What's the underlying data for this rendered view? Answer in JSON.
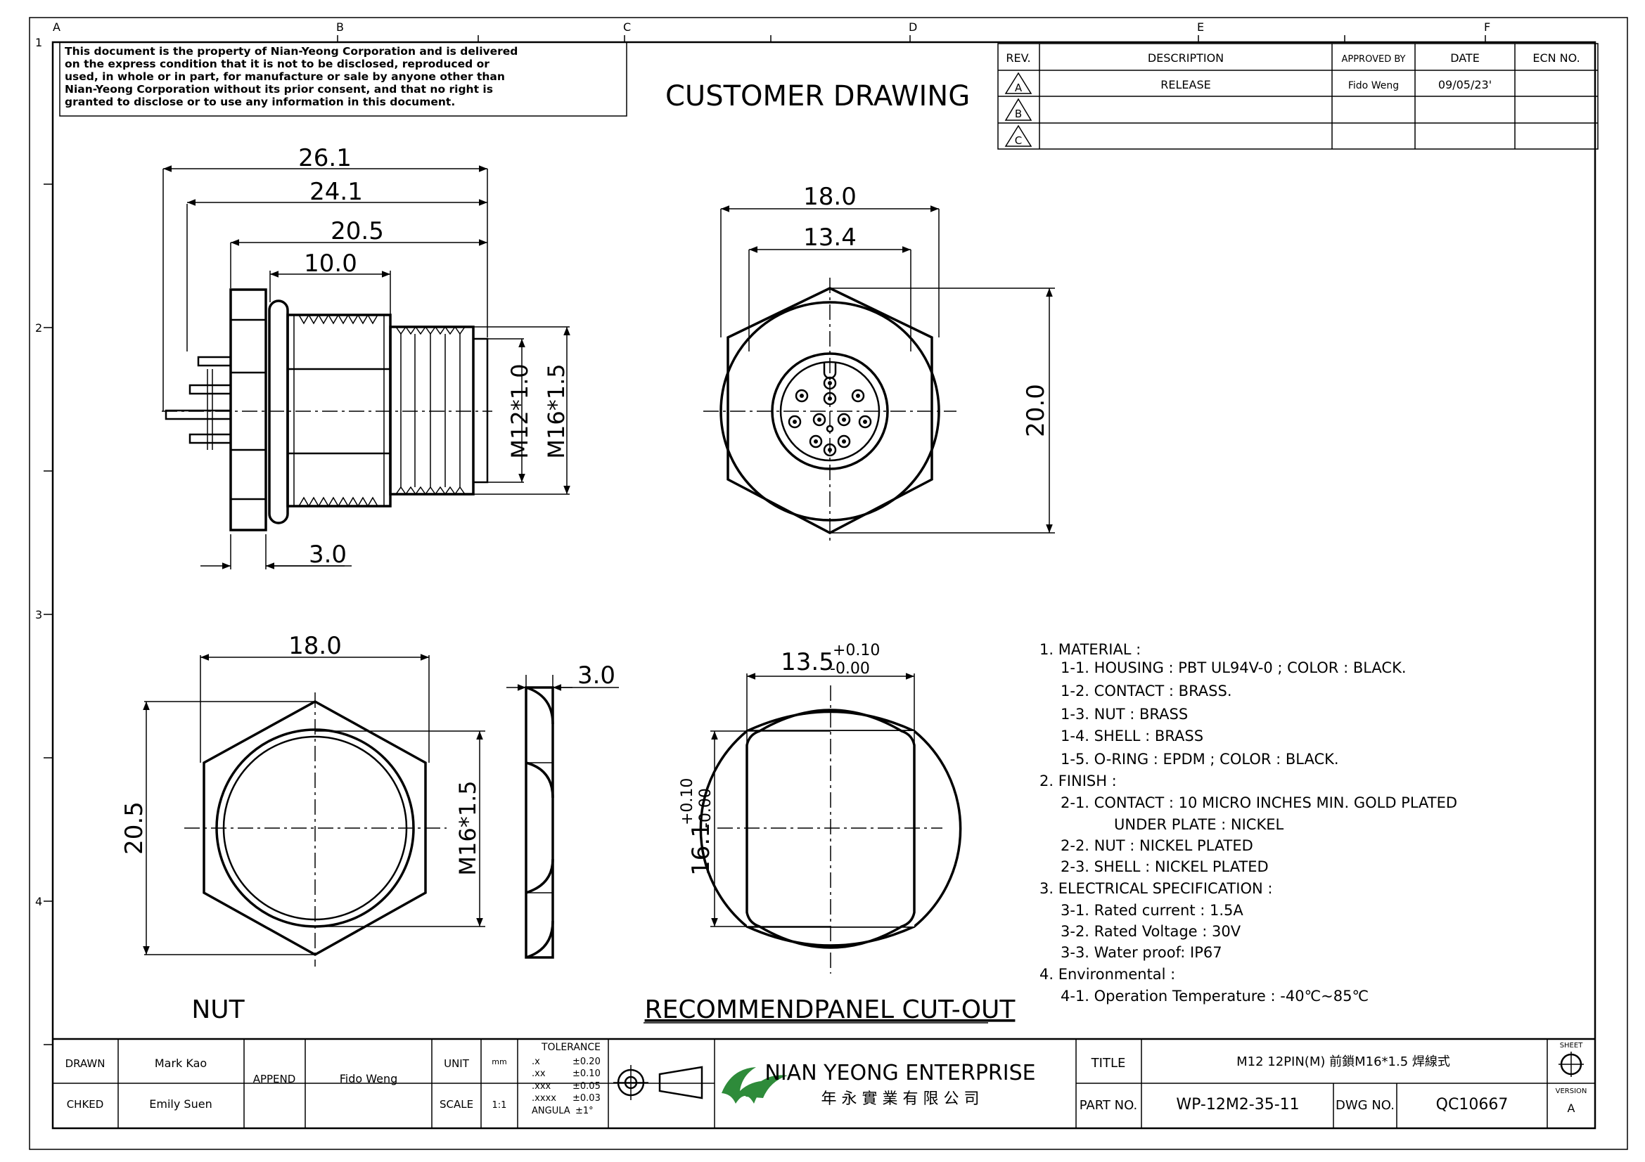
{
  "border": {
    "col_letters": [
      "A",
      "B",
      "C",
      "D",
      "E",
      "F"
    ],
    "row_numbers": [
      "1",
      "2",
      "3",
      "4"
    ]
  },
  "notice": [
    "This document is the property of Nian-Yeong Corporation and is delivered",
    "on the express condition that it is not to be disclosed, reproduced or",
    "used, in whole or in part, for manufacture or sale by anyone other than",
    "Nian-Yeong Corporation without its prior consent, and that no right is",
    "granted to disclose or to use any information in this document."
  ],
  "drawing_title": "CUSTOMER DRAWING",
  "revision_table": {
    "headers": [
      "REV.",
      "DESCRIPTION",
      "APPROVED BY",
      "DATE",
      "ECN NO."
    ],
    "rows": [
      {
        "rev": "A",
        "description": "RELEASE",
        "approved_by": "Fido Weng",
        "date": "09/05/23'",
        "ecn": ""
      },
      {
        "rev": "B",
        "description": "",
        "approved_by": "",
        "date": "",
        "ecn": ""
      },
      {
        "rev": "C",
        "description": "",
        "approved_by": "",
        "date": "",
        "ecn": ""
      }
    ]
  },
  "side_view": {
    "dim_overall": "26.1",
    "dim_body": "24.1",
    "dim_thread": "20.5",
    "dim_nut_to_end": "10.0",
    "dim_flange": "3.0",
    "label_m12": "M12*1.0",
    "label_m16": "M16*1.5"
  },
  "front_view": {
    "dim_width": "18.0",
    "dim_inner": "13.4",
    "dim_height": "20.0"
  },
  "nut_view": {
    "dim_width": "18.0",
    "dim_height": "20.5",
    "label_thread": "M16*1.5",
    "dim_thickness": "3.0",
    "caption": "NUT"
  },
  "cutout_view": {
    "dim_width": "13.5",
    "dim_width_tol_plus": "+0.10",
    "dim_width_tol_minus": "-0.00",
    "dim_height": "16.1",
    "dim_height_tol_plus": "+0.10",
    "dim_height_tol_minus": "-0.00",
    "caption": "RECOMMENDPANEL CUT-OUT"
  },
  "notes": [
    "1.  MATERIAL :",
    "1-1.  HOUSING : PBT UL94V-0 ; COLOR : BLACK.",
    "1-2.  CONTACT : BRASS.",
    "1-3.  NUT : BRASS",
    "1-4.  SHELL : BRASS",
    "1-5.  O-RING : EPDM ; COLOR : BLACK.",
    "2.  FINISH :",
    "2-1.  CONTACT : 10 MICRO INCHES MIN. GOLD PLATED",
    "UNDER PLATE : NICKEL",
    "2-2.  NUT : NICKEL PLATED",
    "2-3.  SHELL : NICKEL PLATED",
    "3.  ELECTRICAL SPECIFICATION :",
    "3-1.  Rated current : 1.5A",
    "3-2.  Rated Voltage : 30V",
    "3-3.  Water proof: IP67",
    "4.  Environmental :",
    "4-1.  Operation Temperature : -40℃~85℃"
  ],
  "title_block": {
    "drawn_label": "DRAWN",
    "drawn_name": "Mark Kao",
    "checked_label": "CHKED",
    "checked_name": "Emily Suen",
    "append_label": "APPEND",
    "append_name": "Fido Weng",
    "unit_label": "UNIT",
    "unit_value": "mm",
    "scale_label": "SCALE",
    "scale_value": "1:1",
    "tolerance_title": "TOLERANCE",
    "tolerance_rows": [
      {
        "k": ".x",
        "v": "±0.20"
      },
      {
        "k": ".xx",
        "v": "±0.10"
      },
      {
        "k": ".xxx",
        "v": "±0.05"
      },
      {
        "k": ".xxxx",
        "v": "±0.03"
      },
      {
        "k": "ANGULA",
        "v": "±1°"
      }
    ],
    "company_en": "NIAN YEONG ENTERPRISE",
    "company_zh": "年 永 實 業 有 限 公 司",
    "title_label": "TITLE",
    "title_value": "M12  12PIN(M)  前鎖M16*1.5  焊線式",
    "part_label": "PART NO.",
    "part_value": "WP-12M2-35-11",
    "dwg_label": "DWG NO.",
    "dwg_value": "QC10667",
    "sheet_label": "SHEET",
    "version_label": "VERSION",
    "version_value": "A"
  },
  "colors": {
    "logo_green": "#2e8b3a",
    "line": "#000000"
  }
}
